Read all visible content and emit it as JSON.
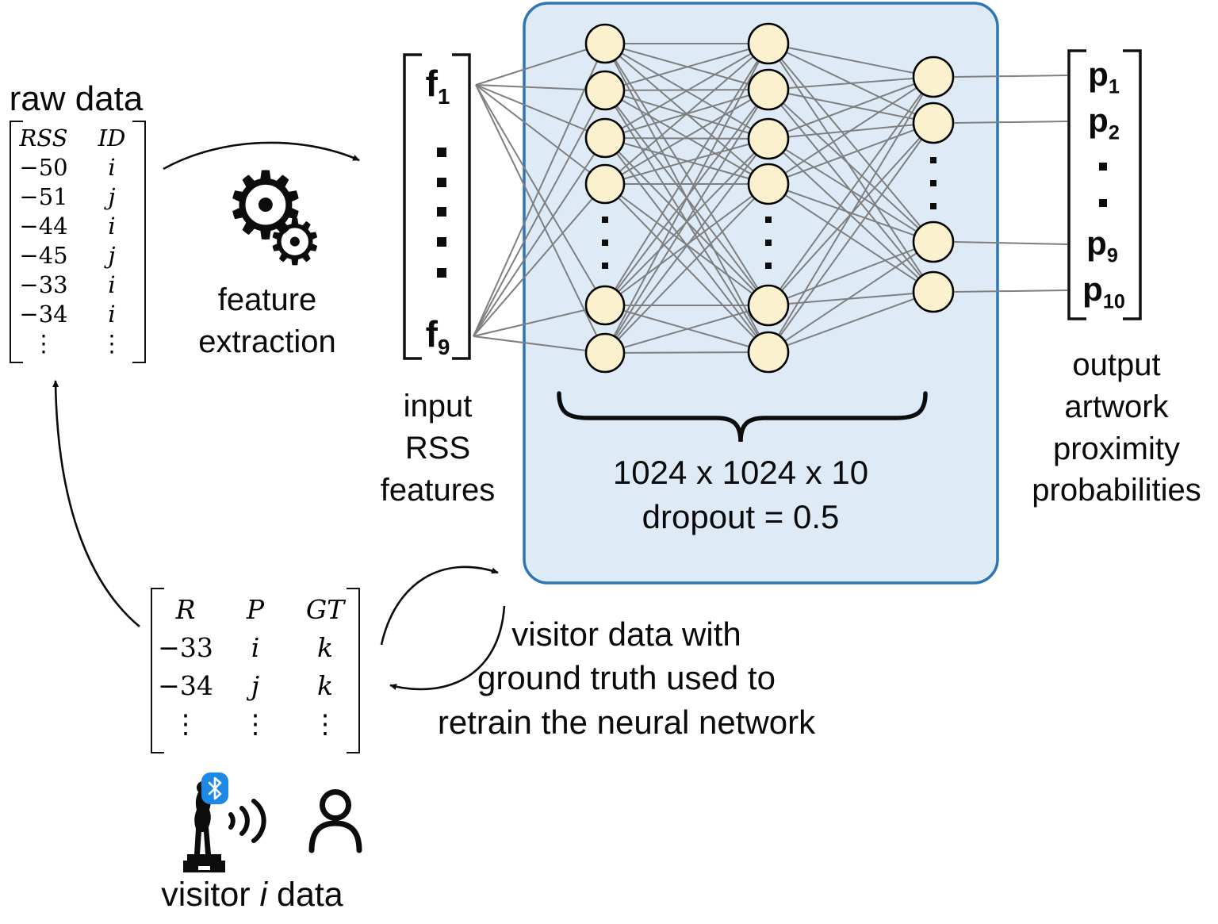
{
  "labels": {
    "raw_data": "raw data",
    "feature_extraction_line1": "feature",
    "feature_extraction_line2": "extraction",
    "input_line1": "input",
    "input_line2": "RSS",
    "input_line3": "features",
    "network_size": "1024 x 1024 x 10",
    "dropout": "dropout = 0.5",
    "output_line1": "output",
    "output_line2": "artwork",
    "output_line3": "proximity",
    "output_line4": "probabilities",
    "retrain_line1": "visitor data with",
    "retrain_line2": "ground truth used to",
    "retrain_line3": "retrain the neural network",
    "visitor_prefix": "visitor ",
    "visitor_italic": "i",
    "visitor_suffix": " data",
    "gear_glyph": "⚙"
  },
  "raw_matrix": {
    "headers": [
      "RSS",
      "ID"
    ],
    "rows": [
      [
        "−50",
        "i"
      ],
      [
        "−51",
        "j"
      ],
      [
        "−44",
        "i"
      ],
      [
        "−45",
        "j"
      ],
      [
        "−33",
        "i"
      ],
      [
        "−34",
        "i"
      ]
    ],
    "vdots": "⋮"
  },
  "retrain_matrix": {
    "headers": [
      "R",
      "P",
      "GT"
    ],
    "rows": [
      [
        "−33",
        "i",
        "k"
      ],
      [
        "−34",
        "j",
        "k"
      ]
    ],
    "vdots": "⋮"
  },
  "input_vector": {
    "top_base": "f",
    "top_sub": "1",
    "bottom_base": "f",
    "bottom_sub": "9",
    "dots": 5
  },
  "output_vector": {
    "entries": [
      {
        "base": "p",
        "sub": "1"
      },
      {
        "base": "p",
        "sub": "2"
      },
      {
        "base": "p",
        "sub": "9"
      },
      {
        "base": "p",
        "sub": "10"
      }
    ],
    "dots": 2
  },
  "network": {
    "hidden_layer_nodes_shown": [
      6,
      6
    ],
    "output_layer_nodes_shown": 4,
    "size_label": "1024 x 1024 x 10",
    "dropout_label": "dropout = 0.5"
  },
  "colors": {
    "box_fill": "#DEEBF7",
    "box_border": "#2E75B6",
    "node_fill": "#FBF1CF",
    "node_border": "#000000",
    "edge_gray": "#7F7F7F",
    "bluetooth_blue": "#1E88E5",
    "ink": "#0C0C0C"
  }
}
